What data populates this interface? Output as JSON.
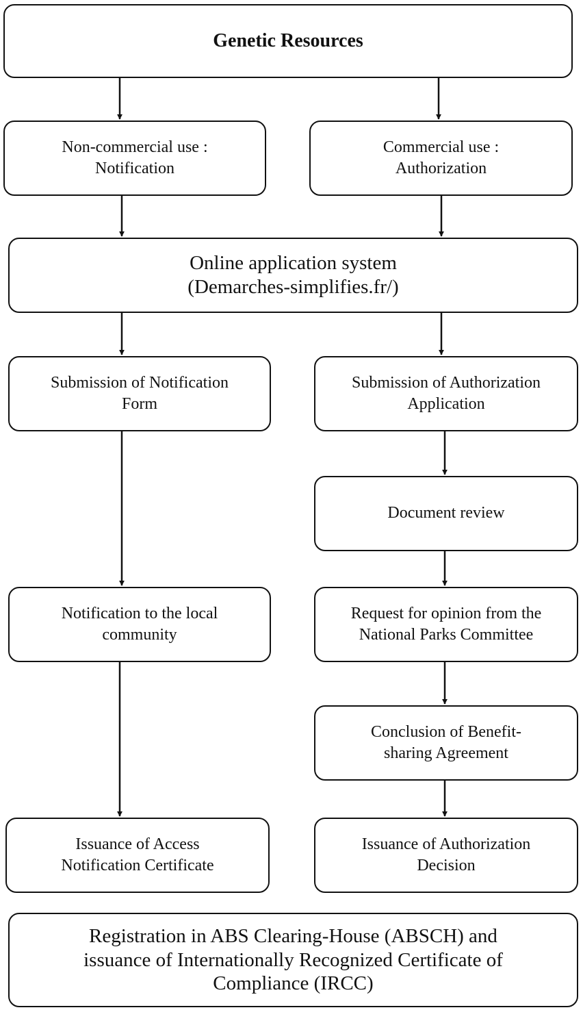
{
  "diagram": {
    "root": {
      "label": "Genetic Resources"
    },
    "non_commercial": {
      "line1": "Non-commercial use :",
      "line2": "Notification"
    },
    "commercial": {
      "line1": "Commercial use :",
      "line2": "Authorization"
    },
    "online_system": {
      "line1": "Online application system",
      "line2": "(Demarches-simplifies.fr/)"
    },
    "left_branch": {
      "submission": {
        "line1": "Submission of Notification",
        "line2": "Form"
      },
      "local_community": {
        "line1": "Notification to the local",
        "line2": "community"
      },
      "issuance": {
        "line1": "Issuance of Access",
        "line2": "Notification Certificate"
      }
    },
    "right_branch": {
      "submission": {
        "line1": "Submission of Authorization",
        "line2": "Application"
      },
      "document_review": {
        "label": "Document review"
      },
      "opinion_request": {
        "line1": "Request for opinion from the",
        "line2": "National Parks Committee"
      },
      "benefit_sharing": {
        "line1": "Conclusion of Benefit-",
        "line2": "sharing Agreement"
      },
      "issuance": {
        "line1": "Issuance of Authorization",
        "line2": "Decision"
      }
    },
    "final": {
      "line1": "Registration in ABS Clearing-House (ABSCH) and",
      "line2": "issuance of Internationally Recognized Certificate of",
      "line3": "Compliance (IRCC)"
    }
  }
}
